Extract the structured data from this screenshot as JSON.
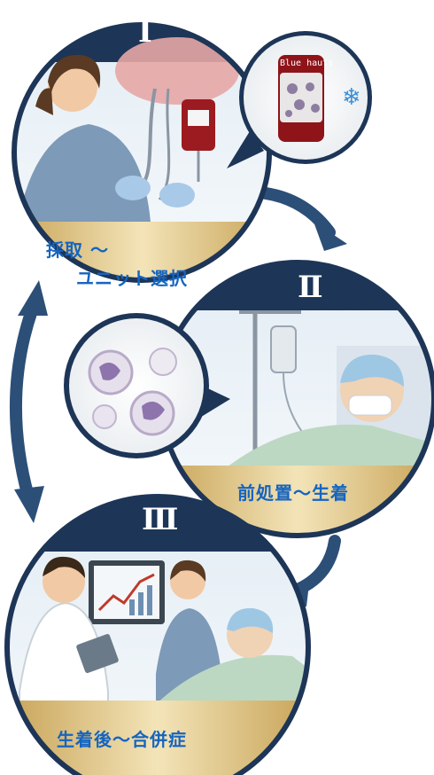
{
  "stages": [
    {
      "numeral": "Ⅰ",
      "line1": "採取 ～",
      "line2": "ユニット選択"
    },
    {
      "numeral": "Ⅱ",
      "label": "前処置～生着"
    },
    {
      "numeral": "Ⅲ",
      "label": "生着後～合併症"
    }
  ],
  "bag_label": "Blue hauts",
  "colors": {
    "navy": "#1d3557",
    "gold": "#d4b36a",
    "blue_text": "#1565c0",
    "arrow": "#2c4f78"
  }
}
